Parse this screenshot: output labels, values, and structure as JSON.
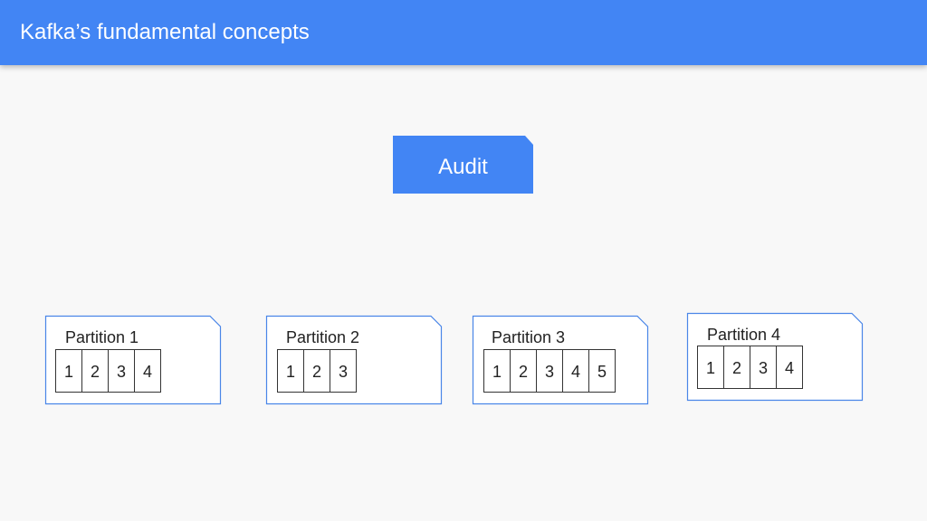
{
  "header": {
    "title": "Kafka’s fundamental concepts"
  },
  "topic": {
    "label": "Audit"
  },
  "partitions": [
    {
      "label": "Partition 1",
      "offsets": [
        "1",
        "2",
        "3",
        "4"
      ]
    },
    {
      "label": "Partition 2",
      "offsets": [
        "1",
        "2",
        "3"
      ]
    },
    {
      "label": "Partition 3",
      "offsets": [
        "1",
        "2",
        "3",
        "4",
        "5"
      ]
    },
    {
      "label": "Partition 4",
      "offsets": [
        "1",
        "2",
        "3",
        "4"
      ]
    }
  ],
  "colors": {
    "header_bg": "#4285f4",
    "topic_bg": "#4285f4",
    "partition_border": "#4a86e8",
    "background": "#f8f8f8"
  }
}
